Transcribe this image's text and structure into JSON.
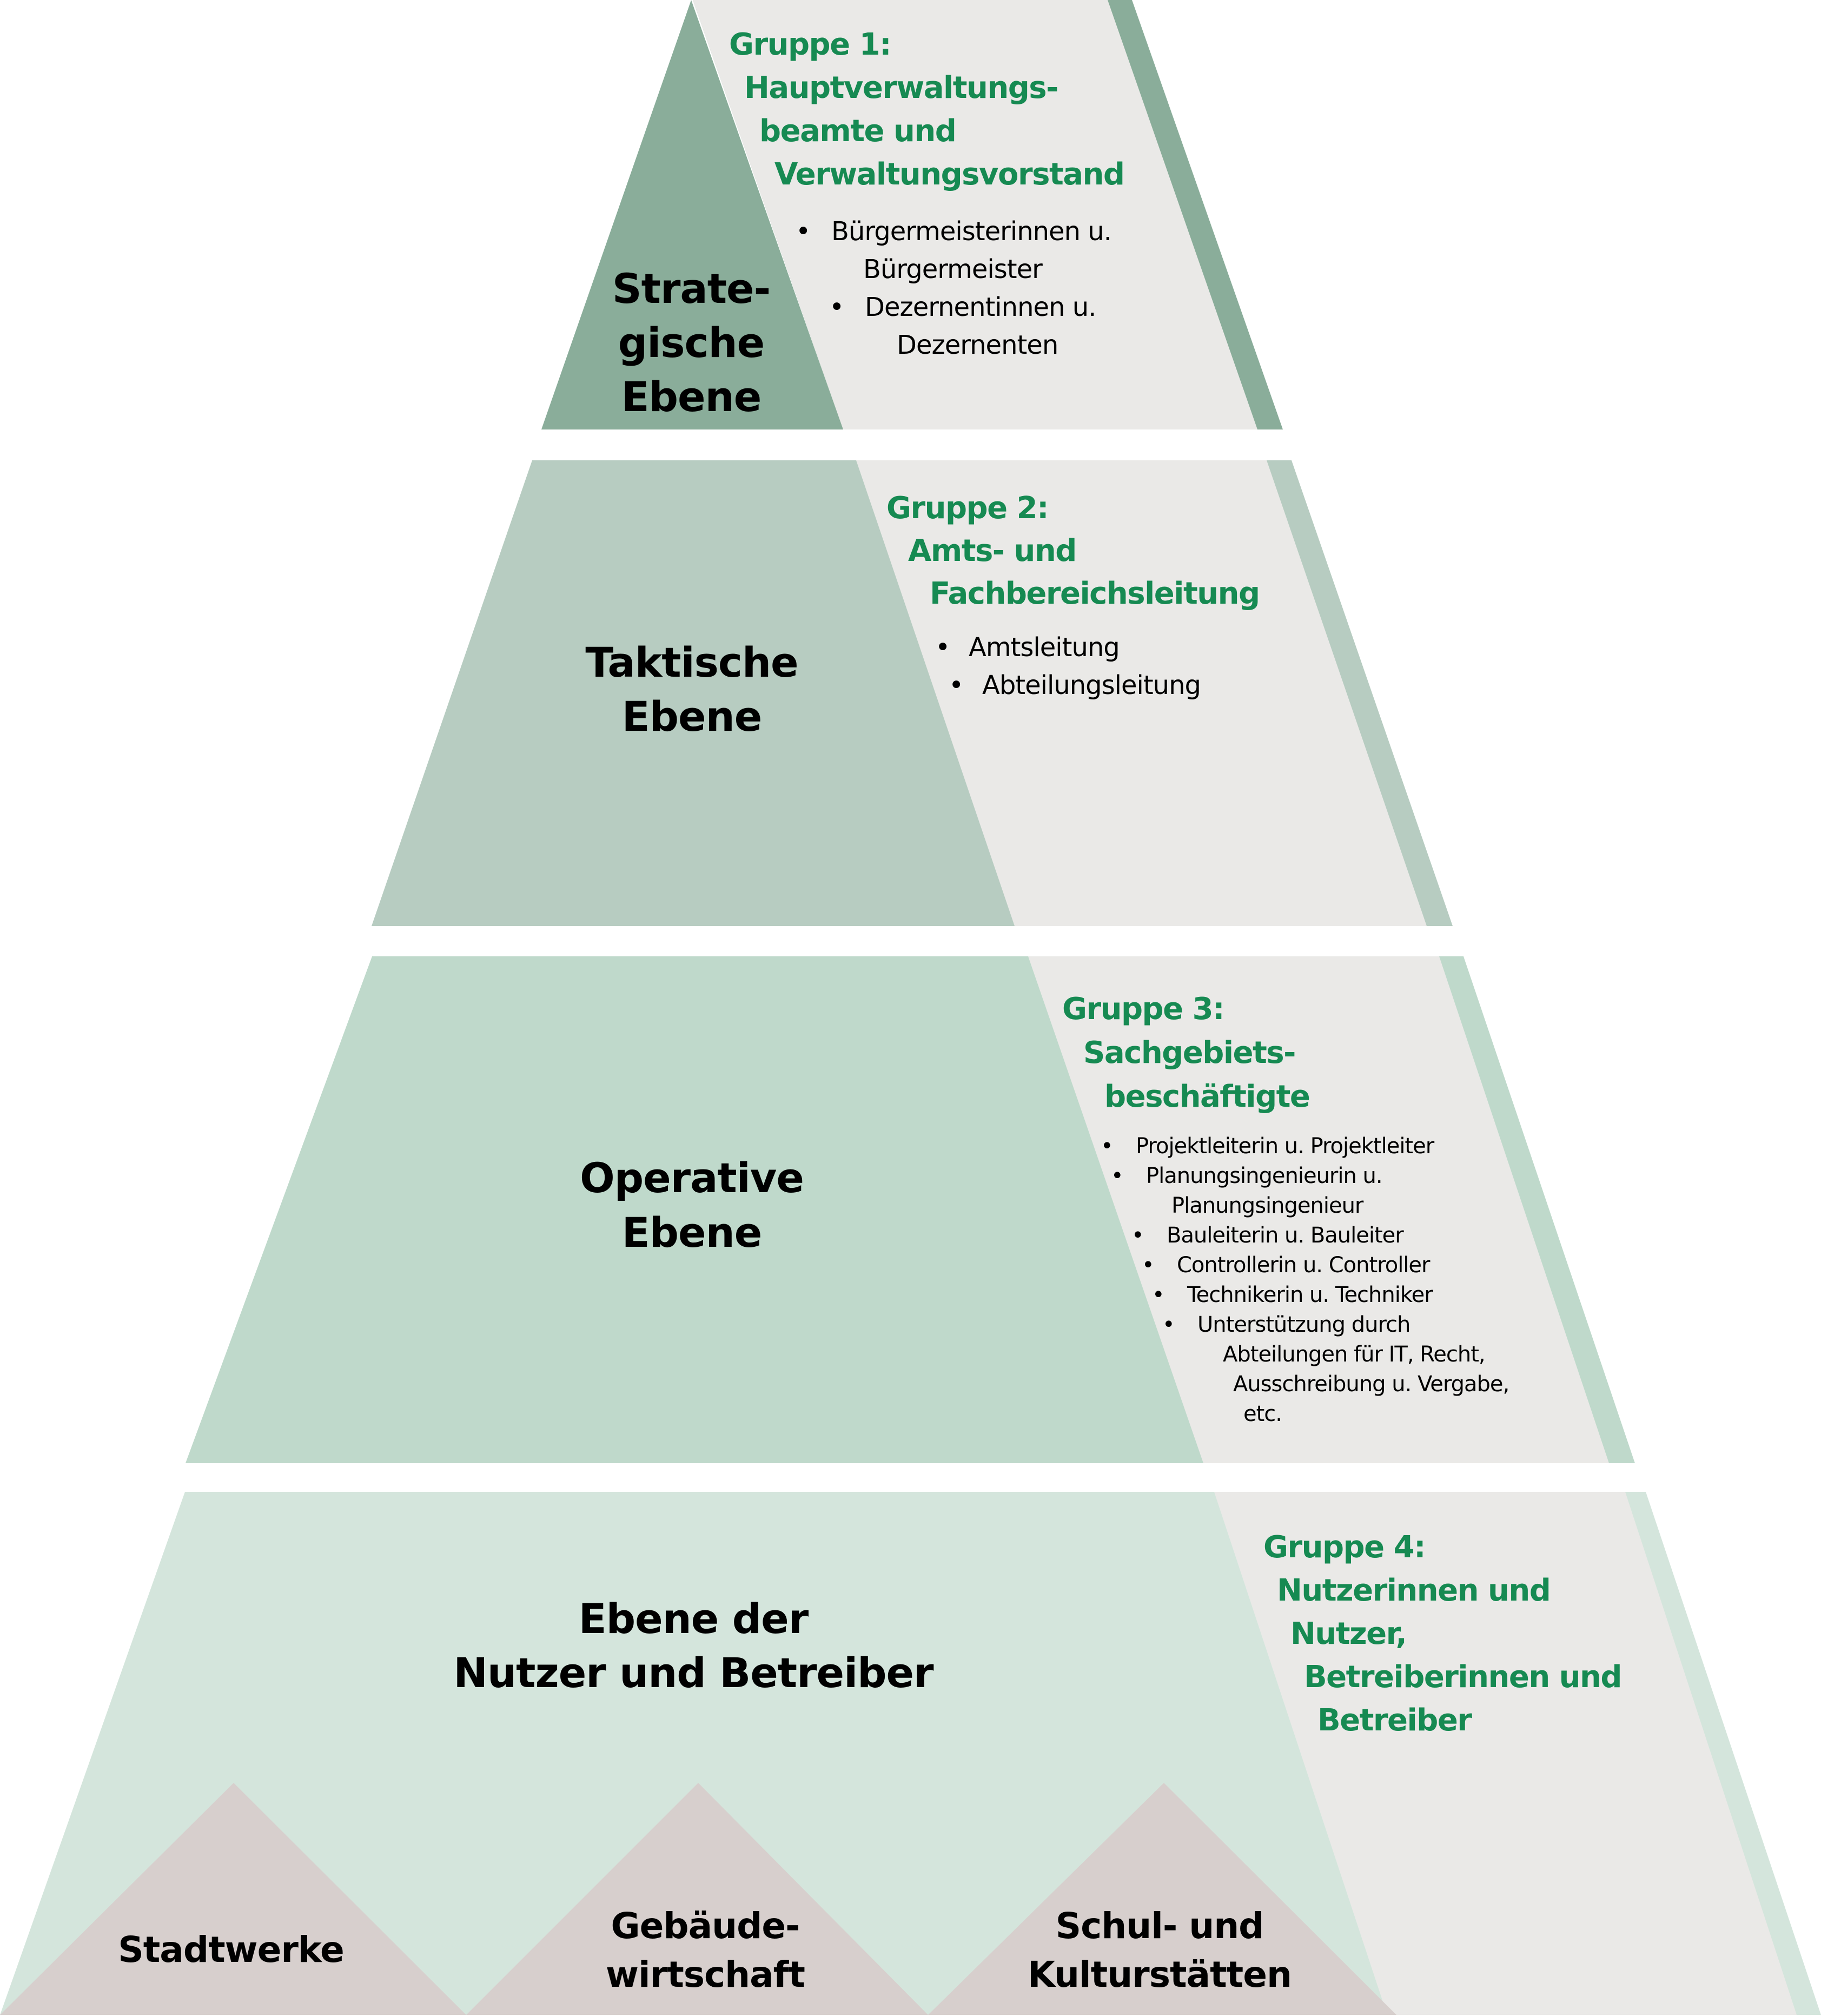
{
  "colors": {
    "tier1": "#8aad9a",
    "tier2": "#b7ccc1",
    "tier3": "#bfd9cb",
    "tier4": "#d4e5dc",
    "panel": "#eae9e7",
    "subunit": "#d7cfcd",
    "group_title": "#168a52",
    "text": "#000000"
  },
  "tiers": [
    {
      "level": [
        "Strate-",
        "gische",
        "Ebene"
      ],
      "group_title": [
        "Gruppe 1:",
        "Hauptverwaltungs-",
        "beamte und",
        "Verwaltungsvorstand"
      ],
      "items": [
        [
          "Bürgermeisterinnen u.",
          "Bürgermeister"
        ],
        [
          "Dezernentinnen u.",
          "Dezernenten"
        ]
      ]
    },
    {
      "level": [
        "Taktische",
        "Ebene"
      ],
      "group_title": [
        "Gruppe 2:",
        "Amts- und",
        "Fachbereichsleitung"
      ],
      "items": [
        [
          "Amtsleitung"
        ],
        [
          "Abteilungsleitung"
        ]
      ]
    },
    {
      "level": [
        "Operative",
        "Ebene"
      ],
      "group_title": [
        "Gruppe 3:",
        "Sachgebiets-",
        "beschäftigte"
      ],
      "items": [
        [
          "Projektleiterin u. Projektleiter"
        ],
        [
          "Planungsingenieurin u.",
          "Planungsingenieur"
        ],
        [
          "Bauleiterin u. Bauleiter"
        ],
        [
          "Controllerin u. Controller"
        ],
        [
          "Technikerin u. Techniker"
        ],
        [
          "Unterstützung durch",
          "Abteilungen für IT, Recht,",
          "Ausschreibung u. Vergabe,",
          "etc."
        ]
      ]
    },
    {
      "level": [
        "Ebene der",
        "Nutzer und Betreiber"
      ],
      "group_title": [
        "Gruppe 4:",
        "Nutzerinnen und",
        "Nutzer,",
        "Betreiberinnen und",
        "Betreiber"
      ],
      "items": []
    }
  ],
  "subunits": [
    {
      "label": [
        "Stadtwerke"
      ]
    },
    {
      "label": [
        "Gebäude-",
        "wirtschaft"
      ]
    },
    {
      "label": [
        "Schul- und",
        "Kulturstätten"
      ]
    }
  ],
  "bullet_glyph": "•"
}
